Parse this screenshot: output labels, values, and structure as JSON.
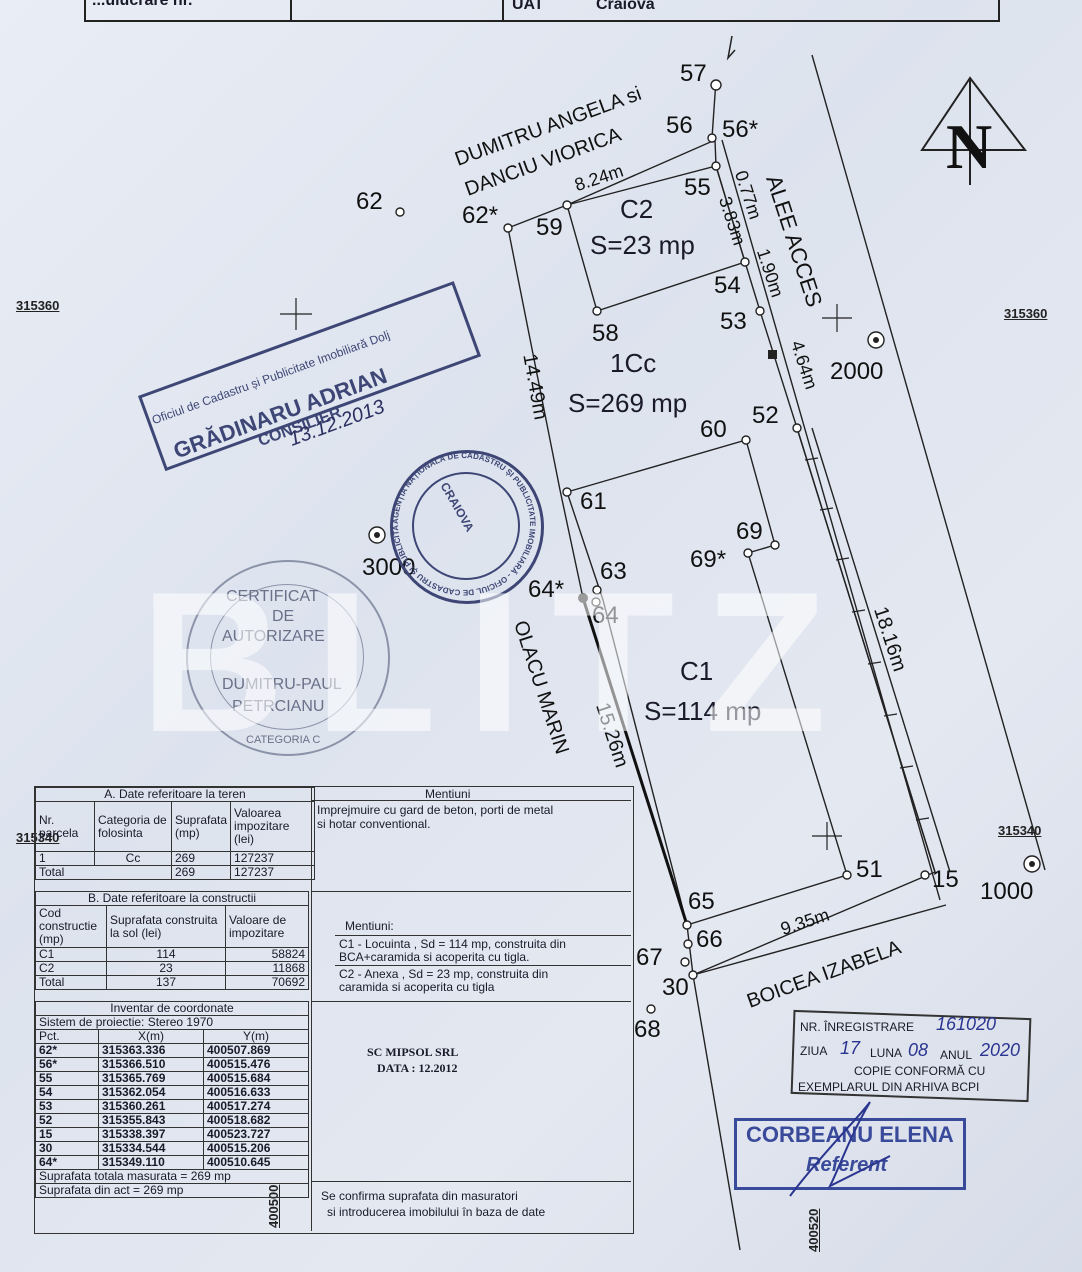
{
  "header": {
    "left_fragment": "...ulucrare nr.",
    "uat_label": "UAT",
    "uat_value": "Craiova"
  },
  "north_arrow": {
    "letter": "N"
  },
  "grid_marks": {
    "left_top": "315360",
    "right_top": "315360",
    "left_mid": "315340",
    "right_mid": "315340",
    "bottom_left": "400500",
    "bottom_right": "400520"
  },
  "neighbors": {
    "north_line1": "DUMITRU ANGELA si",
    "north_line2": "DANCIU VIORICA",
    "east": "ALEE ACCES",
    "west": "OLACU MARIN",
    "south": "BOICEA IZABELA"
  },
  "points": {
    "p57": "57",
    "p56": "56",
    "p56s": "56*",
    "p55": "55",
    "p62": "62",
    "p62s": "62*",
    "p59": "59",
    "p54": "54",
    "p53": "53",
    "p58": "58",
    "p2000": "2000",
    "p52": "52",
    "p60": "60",
    "p61": "61",
    "p69": "69",
    "p69s": "69*",
    "p3000": "3000",
    "p63": "63",
    "p64s": "64*",
    "p64": "64",
    "p51": "51",
    "p15": "15",
    "p1000": "1000",
    "p65": "65",
    "p66": "66",
    "p67": "67",
    "p30": "30",
    "p68": "68"
  },
  "distances": {
    "d1": "8.24m",
    "d2": "0.77m",
    "d3": "3.83m",
    "d4": "1.90m",
    "d5": "4.64m",
    "d6": "14.49m",
    "d7": "18.16m",
    "d8": "15.26m",
    "d9": "9.35m"
  },
  "buildings": {
    "c2_name": "C2",
    "c2_area": "S=23 mp",
    "parcel_name": "1Cc",
    "parcel_area": "S=269 mp",
    "c1_name": "C1",
    "c1_area": "S=114 mp"
  },
  "stamps": {
    "ocpi_line1": "Oficiul de Cadastru și Publicitate Imobiliară Dolj",
    "ocpi_name": "GRĂDINARU ADRIAN",
    "ocpi_role": "CONSILIER",
    "ocpi_date": "13.12.2013",
    "round_center": "CRAIOVA",
    "round_ring": "AGENȚIA NAȚIONALĂ DE CADASTRU ȘI PUBLICITATE IMOBILIARĂ - OFICIUL DE CADASTRU ȘI PUBLICITATE IMOBILIARĂ DOLJ",
    "cert_line1": "CERTIFICAT",
    "cert_line2": "DE",
    "cert_line3": "AUTORIZARE",
    "cert_line4": "DUMITRU-PAUL",
    "cert_line5": "PETRCIANU",
    "cert_line6": "CATEGORIA C",
    "copy_reg_label": "NR. ÎNREGISTRARE",
    "copy_reg_value": "161020",
    "copy_day_label": "ZIUA",
    "copy_day_value": "17",
    "copy_month_label": "LUNA",
    "copy_month_value": "08",
    "copy_year_label": "ANUL",
    "copy_year_value": "2020",
    "copy_line1": "COPIE CONFORMĂ CU",
    "copy_line2": "EXEMPLARUL DIN ARHIVA BCPI",
    "ref_name": "CORBEANU ELENA",
    "ref_role": "Referent"
  },
  "watermark": "BLITZ",
  "table_a": {
    "title": "A. Date referitoare la teren",
    "headers": [
      "Nr. parcela",
      "Categoria de folosinta",
      "Suprafata (mp)",
      "Valoarea impozitare (lei)"
    ],
    "rows": [
      [
        "1",
        "Cc",
        "269",
        "127237"
      ]
    ],
    "total": [
      "Total",
      "269",
      "127237"
    ]
  },
  "table_b": {
    "title": "B. Date referitoare la constructii",
    "headers": [
      "Cod constructie (mp)",
      "Suprafata construita la sol (lei)",
      "Valoare de impozitare"
    ],
    "rows": [
      [
        "C1",
        "114",
        "58824"
      ],
      [
        "C2",
        "23",
        "11868"
      ]
    ],
    "total": [
      "Total",
      "137",
      "70692"
    ]
  },
  "inventory": {
    "title": "Inventar de coordonate",
    "system": "Sistem de proiectie: Stereo 1970",
    "headers": [
      "Pct.",
      "X(m)",
      "Y(m)"
    ],
    "rows": [
      [
        "62*",
        "315363.336",
        "400507.869"
      ],
      [
        "56*",
        "315366.510",
        "400515.476"
      ],
      [
        "55",
        "315365.769",
        "400515.684"
      ],
      [
        "54",
        "315362.054",
        "400516.633"
      ],
      [
        "53",
        "315360.261",
        "400517.274"
      ],
      [
        "52",
        "315355.843",
        "400518.682"
      ],
      [
        "15",
        "315338.397",
        "400523.727"
      ],
      [
        "30",
        "315334.544",
        "400515.206"
      ],
      [
        "64*",
        "315349.110",
        "400510.645"
      ]
    ],
    "total_measured": "Suprafata totala masurata = 269 mp",
    "total_act": "Suprafata din act = 269 mp"
  },
  "mentions": {
    "title": "Mentiuni",
    "land_text_1": "Imprejmuire cu gard de beton, porti de metal",
    "land_text_2": "si hotar conventional.",
    "constr_title": "Mentiuni:",
    "constr_1a": "C1 - Locuinta , Sd = 114 mp, construita din",
    "constr_1b": "BCA+caramida si acoperita cu tigla.",
    "constr_2a": "C2 - Anexa , Sd = 23 mp, construita din",
    "constr_2b": "caramida si acoperita cu tigla",
    "company": "SC MIPSOL SRL",
    "date": "DATA : 12.2012",
    "confirm_1": "Se confirma suprafata din masuratori",
    "confirm_2": "si introducerea imobilului în baza de date"
  }
}
